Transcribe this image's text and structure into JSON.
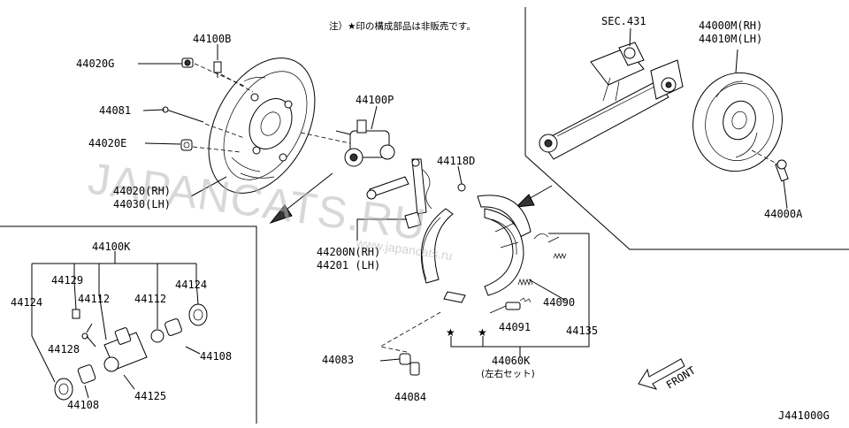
{
  "diagram": {
    "note": "注）★印の構成部品は非販売です。",
    "watermark": "JAPANCATS.RU",
    "watermark_small": "www.japancats.ru",
    "diagram_code": "J441000G",
    "front_label": "FRONT",
    "labels": {
      "p44100B": "44100B",
      "p44020G": "44020G",
      "p44081": "44081",
      "p44020E": "44020E",
      "p44020": "44020(RH)",
      "p44030": "44030(LH)",
      "p44100P": "44100P",
      "p44118D": "44118D",
      "p44200N": "44200N(RH)",
      "p44201": "44201  (LH)",
      "p44090": "44090",
      "p44091": "44091",
      "p44135": "44135",
      "p44083": "44083",
      "p44084": "44084",
      "p44060K": "44060K",
      "p44060K_sub": "(左右セット)",
      "p44100K": "44100K",
      "p44129": "44129",
      "p44124a": "44124",
      "p44124b": "44124",
      "p44112a": "44112",
      "p44112b": "44112",
      "p44128": "44128",
      "p44108a": "44108",
      "p44108b": "44108",
      "p44125": "44125",
      "sec431": "SEC.431",
      "p44000M": "44000M(RH)",
      "p44010M": "44010M(LH)",
      "p44000A": "44000A"
    },
    "star_symbol": "★"
  }
}
